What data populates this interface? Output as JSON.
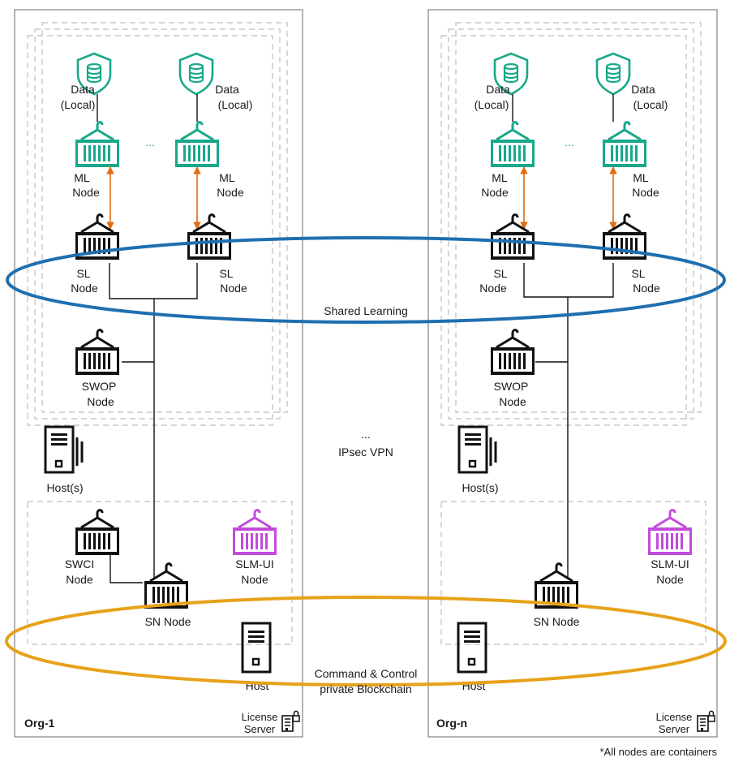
{
  "colors": {
    "container_default": "#111111",
    "container_ml": "#17a88a",
    "container_ui": "#c24bdb",
    "shared_learning_ring": "#1f6fb0",
    "blockchain_ring": "#e6a21a",
    "arrow": "#e06b12"
  },
  "orgs": [
    {
      "name": "Org-1",
      "data_label": [
        "Data",
        "(Local)"
      ],
      "ml_label": [
        "ML",
        "Node"
      ],
      "sl_label": [
        "SL",
        "Node"
      ],
      "swop_label": [
        "SWOP",
        "Node"
      ],
      "hosts_label": "Host(s)",
      "swci_label": [
        "SWCI",
        "Node"
      ],
      "slmui_label": [
        "SLM-UI",
        "Node"
      ],
      "sn_label": "SN Node",
      "host_label": "Host",
      "license_label": [
        "License",
        "Server"
      ],
      "ellipsis": "..."
    },
    {
      "name": "Org-n",
      "data_label": [
        "Data",
        "(Local)"
      ],
      "ml_label": [
        "ML",
        "Node"
      ],
      "sl_label": [
        "SL",
        "Node"
      ],
      "swop_label": [
        "SWOP",
        "Node"
      ],
      "hosts_label": "Host(s)",
      "slmui_label": [
        "SLM-UI",
        "Node"
      ],
      "sn_label": "SN Node",
      "host_label": "Host",
      "license_label": [
        "License",
        "Server"
      ],
      "ellipsis": "..."
    }
  ],
  "center": {
    "shared_learning": "Shared Learning",
    "vpn_dots": "...",
    "vpn": "IPsec VPN",
    "blockchain": [
      "Command & Control",
      "private Blockchain"
    ]
  },
  "footnote": "*All nodes are containers"
}
